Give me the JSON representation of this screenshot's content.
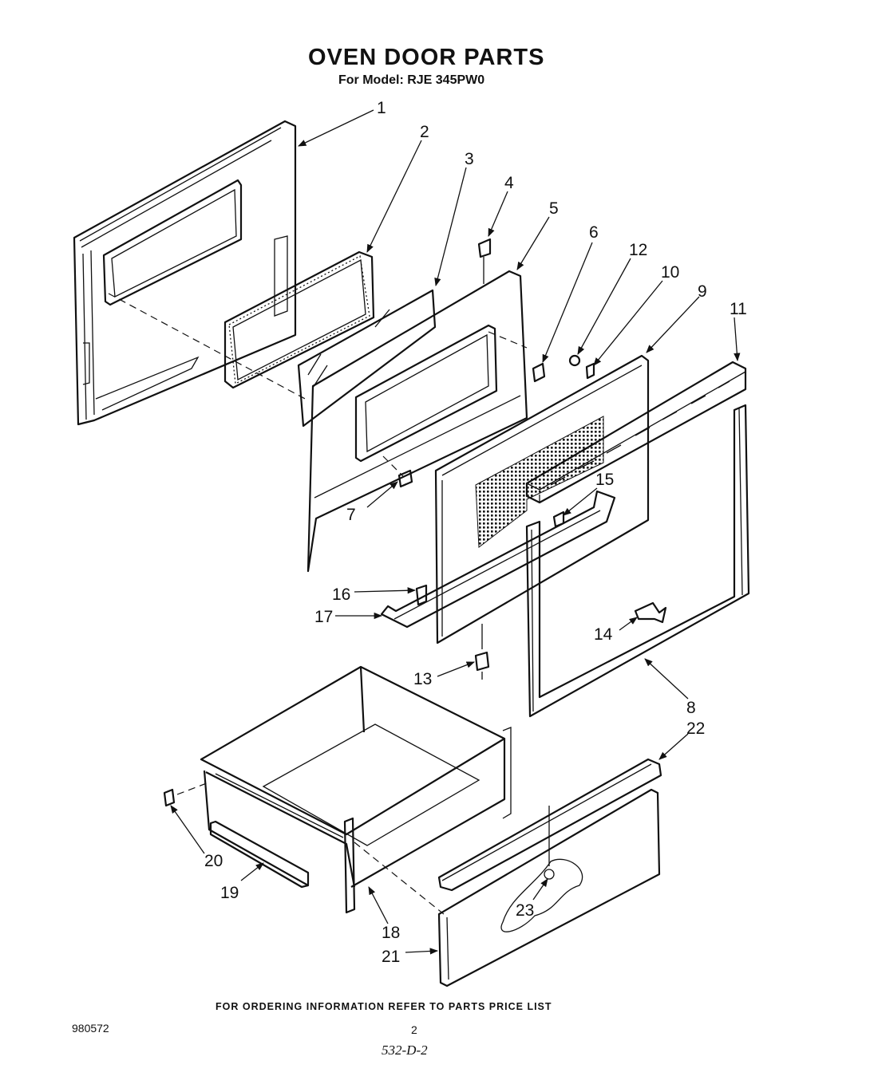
{
  "header": {
    "title": "OVEN DOOR PARTS",
    "model_line": "For Model: RJE 345PW0"
  },
  "footer": {
    "ordering_note": "FOR ORDERING INFORMATION REFER TO PARTS PRICE LIST",
    "document_number": "980572",
    "page_number": "2",
    "handwritten_code": "532-D-2"
  },
  "callouts": [
    {
      "id": "1",
      "label": "1"
    },
    {
      "id": "2",
      "label": "2"
    },
    {
      "id": "3",
      "label": "3"
    },
    {
      "id": "4",
      "label": "4"
    },
    {
      "id": "5",
      "label": "5"
    },
    {
      "id": "6",
      "label": "6"
    },
    {
      "id": "7",
      "label": "7"
    },
    {
      "id": "8",
      "label": "8"
    },
    {
      "id": "9",
      "label": "9"
    },
    {
      "id": "10",
      "label": "10"
    },
    {
      "id": "11",
      "label": "11"
    },
    {
      "id": "12",
      "label": "12"
    },
    {
      "id": "13",
      "label": "13"
    },
    {
      "id": "14",
      "label": "14"
    },
    {
      "id": "15",
      "label": "15"
    },
    {
      "id": "16",
      "label": "16"
    },
    {
      "id": "17",
      "label": "17"
    },
    {
      "id": "18",
      "label": "18"
    },
    {
      "id": "19",
      "label": "19"
    },
    {
      "id": "20",
      "label": "20"
    },
    {
      "id": "21",
      "label": "21"
    },
    {
      "id": "22",
      "label": "22"
    },
    {
      "id": "23",
      "label": "23"
    }
  ]
}
